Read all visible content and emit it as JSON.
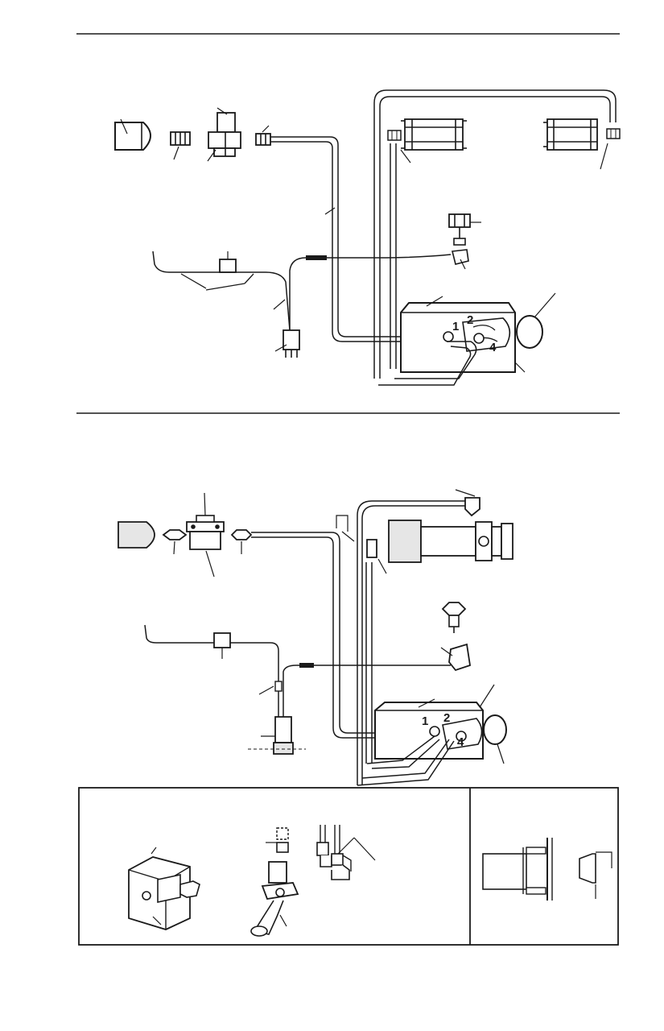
{
  "diagram_1": {
    "port_labels": [
      "1",
      "2",
      "4"
    ]
  },
  "diagram_2": {
    "port_labels": [
      "1",
      "2",
      "4"
    ]
  },
  "colors": {
    "ink": "#1a1a1a",
    "paper": "#ffffff",
    "shade": "#e6e6e6"
  }
}
